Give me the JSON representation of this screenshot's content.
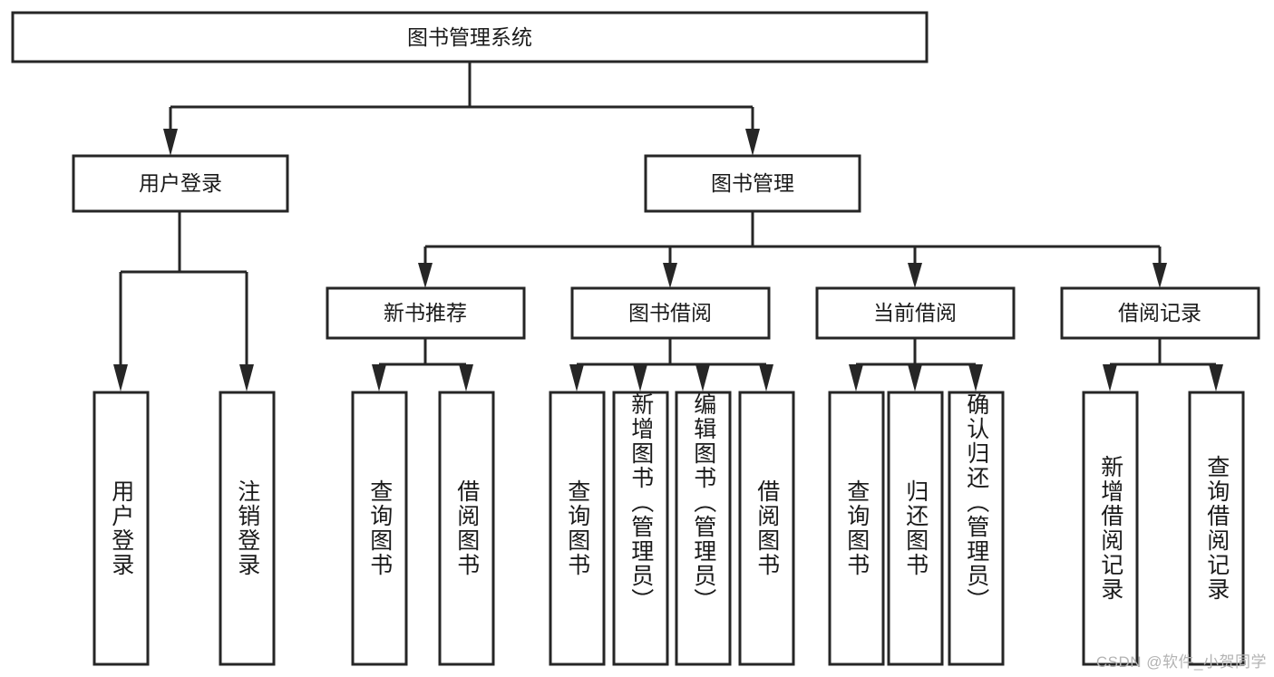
{
  "diagram": {
    "type": "tree-hierarchy",
    "title": "图书管理系统",
    "watermark": "CSDN @软件_小贺同学",
    "colors": {
      "stroke": "#262626",
      "box_fill": "#ffffff",
      "text": "#1a1a1a",
      "background": "#ffffff",
      "watermark": "#b3b3b3"
    },
    "levels": {
      "root": {
        "label": "图书管理系统"
      },
      "level2": [
        {
          "label": "用户登录"
        },
        {
          "label": "图书管理"
        }
      ],
      "level3": [
        {
          "label": "新书推荐"
        },
        {
          "label": "图书借阅"
        },
        {
          "label": "当前借阅"
        },
        {
          "label": "借阅记录"
        }
      ],
      "leaves": [
        {
          "label": "用户登录",
          "parent": "用户登录"
        },
        {
          "label": "注销登录",
          "parent": "用户登录"
        },
        {
          "label": "查询图书",
          "parent": "新书推荐"
        },
        {
          "label": "借阅图书",
          "parent": "新书推荐"
        },
        {
          "label": "查询图书",
          "parent": "图书借阅"
        },
        {
          "label": "新增图书（管理员）",
          "parent": "图书借阅"
        },
        {
          "label": "编辑图书（管理员）",
          "parent": "图书借阅"
        },
        {
          "label": "借阅图书",
          "parent": "图书借阅"
        },
        {
          "label": "查询图书",
          "parent": "当前借阅"
        },
        {
          "label": "归还图书",
          "parent": "当前借阅"
        },
        {
          "label": "确认归还（管理员）",
          "parent": "当前借阅"
        },
        {
          "label": "新增借阅记录",
          "parent": "借阅记录"
        },
        {
          "label": "查询借阅记录",
          "parent": "借阅记录"
        }
      ]
    }
  }
}
